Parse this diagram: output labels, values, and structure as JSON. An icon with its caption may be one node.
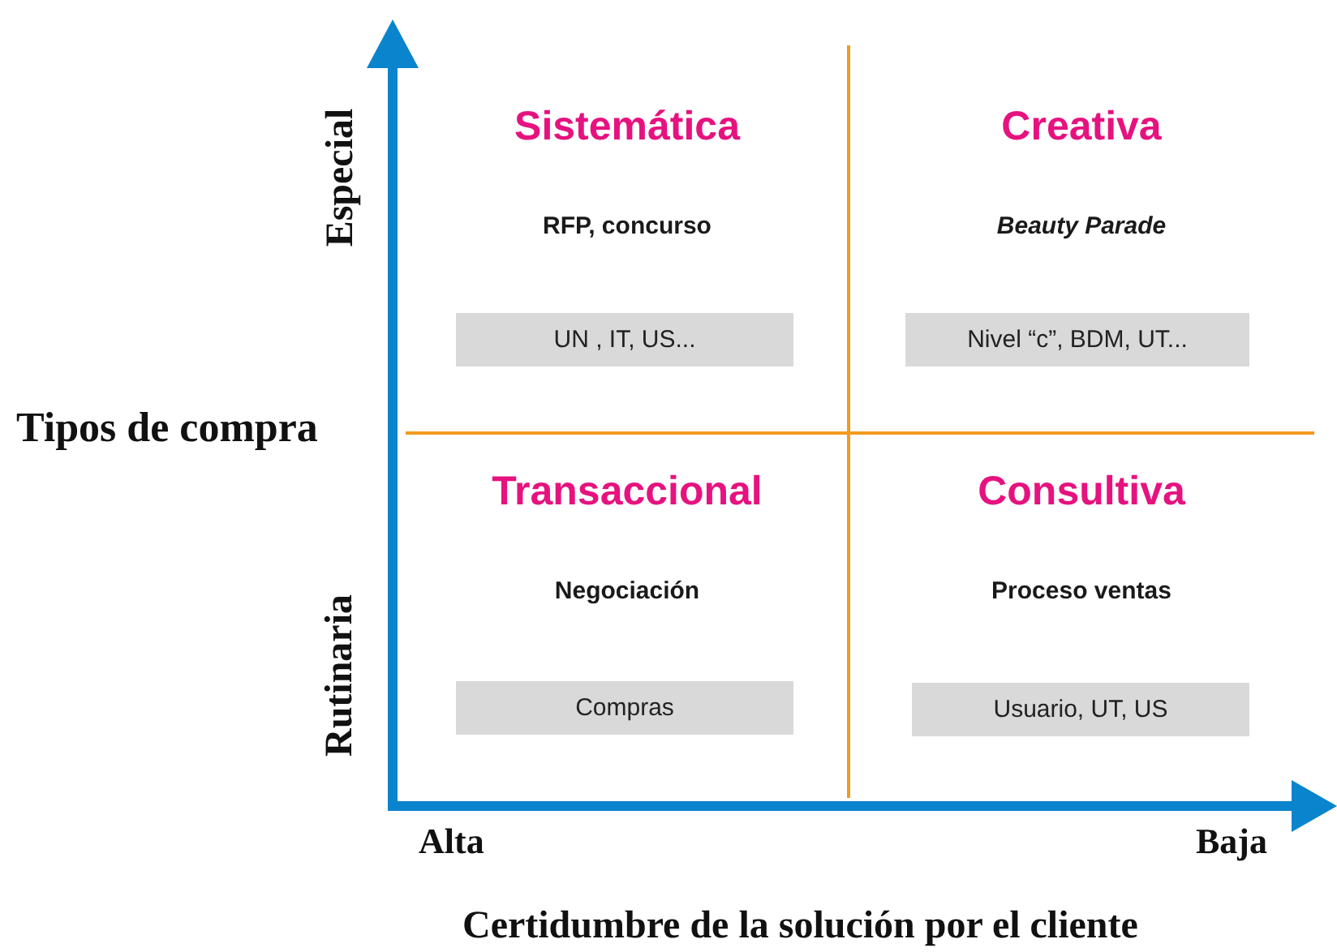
{
  "diagram": {
    "nodes": [
      {
        "text": [
          "Sistemática",
          "RFP, concurso"
        ]
      },
      {
        "text": [
          "UN , IT, US..."
        ],
        "in": 0
      },
      {
        "text": [
          "Creativa",
          "*Beauty Parade*"
        ]
      },
      {
        "text": [
          "Nivel “c”, BDM, UT..."
        ],
        "in": 2
      },
      {
        "text": [
          "Transaccional",
          "Negociación"
        ]
      },
      {
        "text": [
          "Compras"
        ],
        "in": 4
      },
      {
        "text": [
          "Consultiva",
          "Proceso ventas"
        ]
      },
      {
        "text": [
          "Usuario, UT, US"
        ],
        "in": 6
      }
    ],
    "edges": [],
    "labels": [
      "Especial",
      "Tipos de compra",
      "Rutinaria",
      "Alta",
      "Baja",
      "Certidumbre de la solución por el cliente"
    ]
  }
}
